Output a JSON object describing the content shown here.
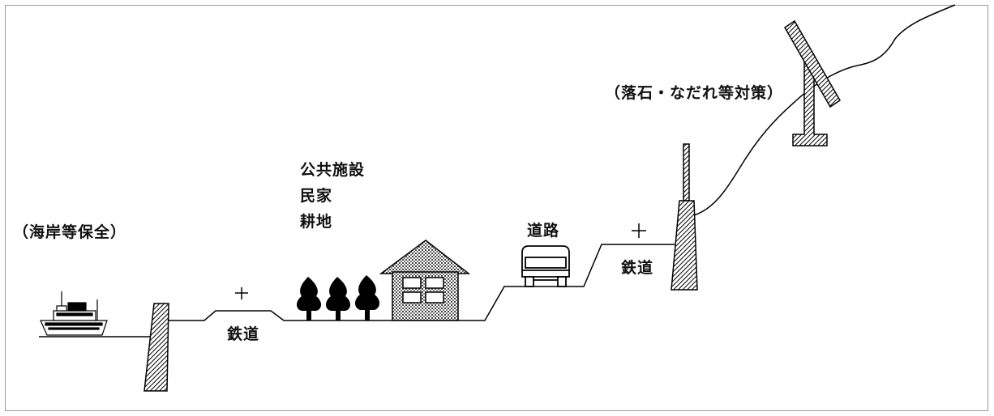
{
  "labels": {
    "coast": "（海岸等保全）",
    "rail_left": "鉄道",
    "facilities_line1": "公共施設",
    "facilities_line2": "民家",
    "facilities_line3": "耕地",
    "road": "道路",
    "rail_right": "鉄道",
    "rockfall": "（落石・なだれ等対策）"
  },
  "colors": {
    "line": "#000000",
    "hatch": "#000000",
    "background": "#ffffff"
  }
}
